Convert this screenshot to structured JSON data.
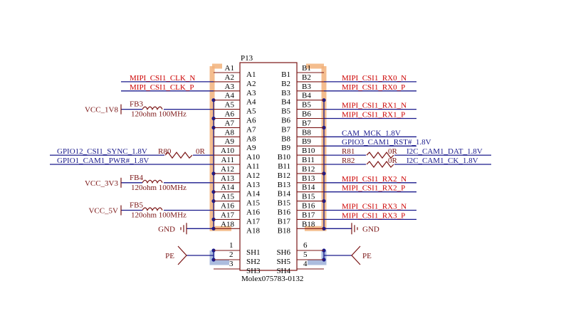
{
  "component": {
    "ref": "P13",
    "part": "Molex075783-0132",
    "left_inner": [
      "A1",
      "A2",
      "A3",
      "A4",
      "A5",
      "A6",
      "A7",
      "A8",
      "A9",
      "A10",
      "A11",
      "A12",
      "A13",
      "A14",
      "A15",
      "A16",
      "A17",
      "A18"
    ],
    "right_inner": [
      "B1",
      "B2",
      "B3",
      "B4",
      "B5",
      "B6",
      "B7",
      "B8",
      "B9",
      "B10",
      "B11",
      "B12",
      "B13",
      "B14",
      "B15",
      "B16",
      "B17",
      "B18"
    ],
    "left_pins": [
      "A1",
      "A2",
      "A3",
      "A4",
      "A5",
      "A6",
      "A7",
      "A8",
      "A9",
      "A10",
      "A11",
      "A12",
      "A13",
      "A14",
      "A15",
      "A16",
      "A17",
      "A18"
    ],
    "right_pins": [
      "B1",
      "B2",
      "B3",
      "B4",
      "B5",
      "B6",
      "B7",
      "B8",
      "B9",
      "B10",
      "B11",
      "B12",
      "B13",
      "B14",
      "B15",
      "B16",
      "B17",
      "B18"
    ],
    "shield_left_inner": [
      "SH1",
      "SH2",
      "SH3"
    ],
    "shield_right_inner": [
      "SH6",
      "SH5",
      "SH4"
    ],
    "shield_left_pins": [
      "1",
      "2",
      "3"
    ],
    "shield_right_pins": [
      "6",
      "5",
      "4"
    ]
  },
  "left_nets": [
    {
      "pin": "A2",
      "label": "MIPI_CSI1_CLK_N",
      "color": "red"
    },
    {
      "pin": "A3",
      "label": "MIPI_CSI1_CLK_P",
      "color": "red"
    },
    {
      "pin": "A10",
      "label": "GPIO12_CSI1_SYNC_1.8V",
      "color": "blue"
    },
    {
      "pin": "A11",
      "label": "GPIO1_CAM1_PWR#_1.8V",
      "color": "blue"
    }
  ],
  "right_nets": [
    {
      "pin": "B2",
      "label": "MIPI_CSI1_RX0_N",
      "color": "red"
    },
    {
      "pin": "B3",
      "label": "MIPI_CSI1_RX0_P",
      "color": "red"
    },
    {
      "pin": "B5",
      "label": "MIPI_CSI1_RX1_N",
      "color": "red"
    },
    {
      "pin": "B6",
      "label": "MIPI_CSI1_RX1_P",
      "color": "red"
    },
    {
      "pin": "B8",
      "label": "CAM_MCK_1.8V",
      "color": "blue"
    },
    {
      "pin": "B9",
      "label": "GPIO3_CAM1_RST#_1.8V",
      "color": "blue"
    },
    {
      "pin": "B10",
      "label": "I2C_CAM1_DAT_1.8V",
      "color": "blue"
    },
    {
      "pin": "B11",
      "label": "I2C_CAM1_CK_1.8V",
      "color": "blue"
    },
    {
      "pin": "B13",
      "label": "MIPI_CSI1_RX2_N",
      "color": "red"
    },
    {
      "pin": "B14",
      "label": "MIPI_CSI1_RX2_P",
      "color": "red"
    },
    {
      "pin": "B16",
      "label": "MIPI_CSI1_RX3_N",
      "color": "red"
    },
    {
      "pin": "B17",
      "label": "MIPI_CSI1_RX3_P",
      "color": "red"
    }
  ],
  "resistors": [
    {
      "ref": "R80",
      "value": "0R",
      "pin": "A10"
    },
    {
      "ref": "R81",
      "value": "0R",
      "pin": "B10"
    },
    {
      "ref": "R82",
      "value": "0R",
      "pin": "B11"
    }
  ],
  "ferrites": [
    {
      "ref": "FB3",
      "value": "120ohm 100MHz",
      "power": "VCC_1V8",
      "pin": "A5"
    },
    {
      "ref": "FB4",
      "value": "120ohm 100MHz",
      "power": "VCC_3V3",
      "pin": "A13"
    },
    {
      "ref": "FB5",
      "value": "120ohm 100MHz",
      "power": "VCC_5V",
      "pin": "A16"
    }
  ],
  "gnd": [
    "GND",
    "GND"
  ],
  "pe": [
    "PE",
    "PE"
  ],
  "colors": {
    "wire": "#1a1a8c",
    "signal_red": "#cc0000",
    "part": "#7a1414",
    "highlight": "#f2b27a",
    "shield_highlight": "#9db0d8"
  }
}
